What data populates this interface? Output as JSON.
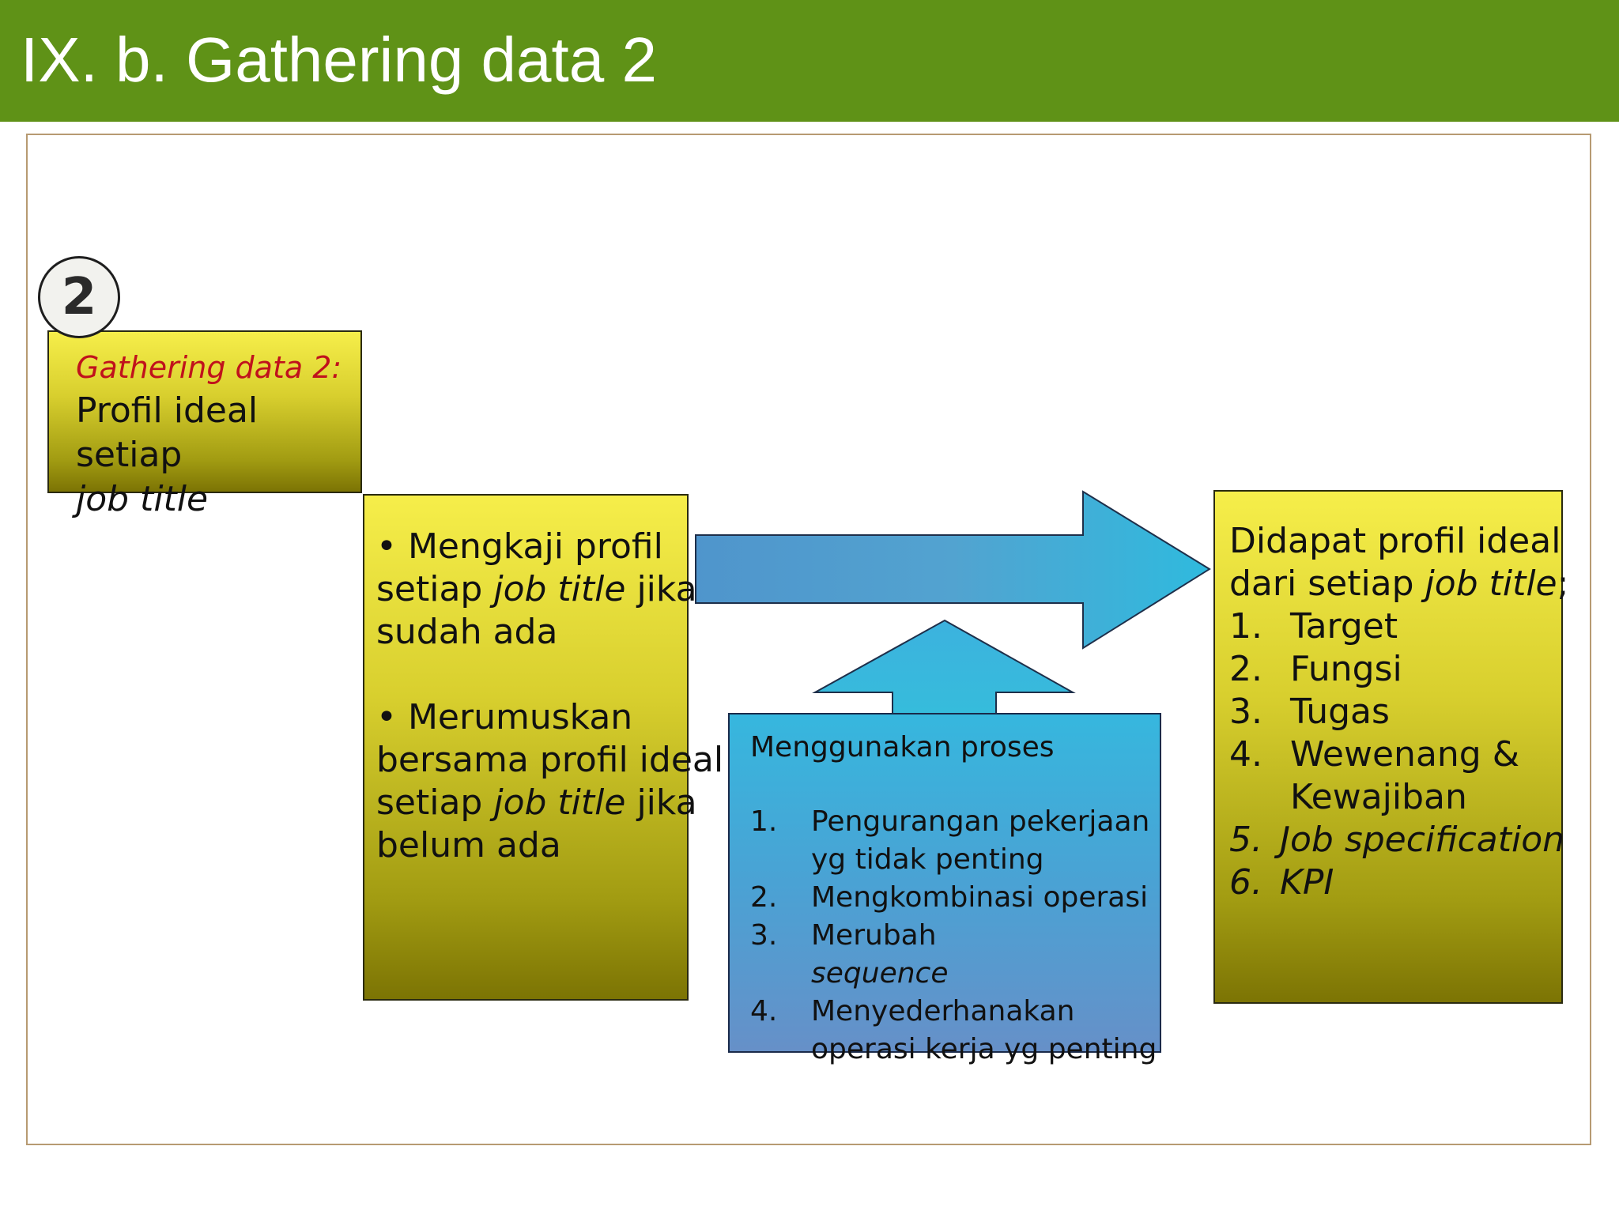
{
  "header": {
    "title": "IX. b. Gathering data 2"
  },
  "step": {
    "number": "2",
    "label_red": "Gathering data 2:",
    "label_line1": "Profil ideal setiap",
    "label_line2": "job title"
  },
  "left_box": {
    "bullet": "•",
    "item1": {
      "line1": "Mengkaji profil",
      "line2_pre": "setiap ",
      "line2_em": "job title",
      "line2_post": " jika",
      "line3": "sudah ada"
    },
    "item2": {
      "line1": "Merumuskan",
      "line2": "bersama profil ideal",
      "line3_pre": "setiap ",
      "line3_em": "job title",
      "line3_post": " jika",
      "line4": "belum ada"
    }
  },
  "process_box": {
    "intro": "Menggunakan proses",
    "items": [
      {
        "num": "1.",
        "lines": [
          "Pengurangan pekerjaan",
          "yg tidak penting"
        ]
      },
      {
        "num": "2.",
        "lines": [
          "Mengkombinasi operasi"
        ]
      },
      {
        "num": "3.",
        "pre": "Merubah ",
        "em": "sequence"
      },
      {
        "num": "4.",
        "lines": [
          "Menyederhanakan",
          "operasi kerja yg penting"
        ]
      }
    ]
  },
  "result_box": {
    "line1": "Didapat profil ideal",
    "line2_pre": "dari setiap ",
    "line2_em": "job title",
    "line2_post": ";",
    "items": [
      {
        "num": "1.",
        "lines": [
          "Target"
        ]
      },
      {
        "num": "2.",
        "lines": [
          "Fungsi"
        ]
      },
      {
        "num": "3.",
        "lines": [
          "Tugas"
        ]
      },
      {
        "num": "4.",
        "lines": [
          "Wewenang &",
          "Kewajiban"
        ]
      }
    ],
    "italic_items": [
      {
        "num": "5.",
        "text": "Job specification"
      },
      {
        "num": "6.",
        "text": "KPI"
      }
    ]
  },
  "colors": {
    "title_bar": "#5f9217",
    "frame_border": "#b79a72",
    "label_red": "#c0121c",
    "olive_top": "#f6ee4a",
    "olive_bottom": "#7c7404",
    "blue_top": "#36b7de",
    "blue_bottom": "#6690c8"
  }
}
